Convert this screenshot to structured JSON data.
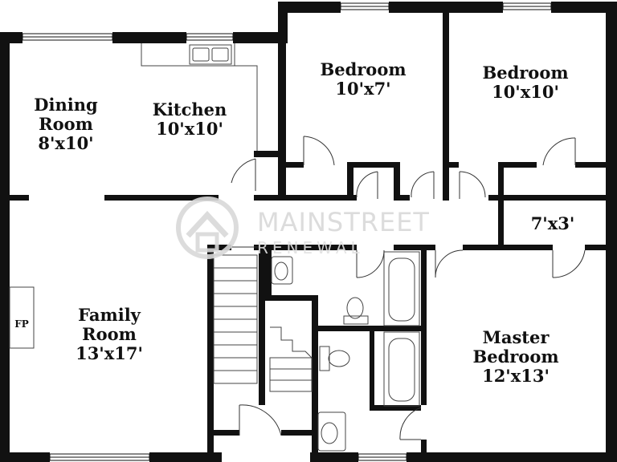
{
  "rooms": {
    "dining": {
      "name_line1": "Dining",
      "name_line2": "Room",
      "size": "8'x10'"
    },
    "kitchen": {
      "name": "Kitchen",
      "size": "10'x10'"
    },
    "bedroom_left": {
      "name": "Bedroom",
      "size": "10'x7'"
    },
    "bedroom_right": {
      "name": "Bedroom",
      "size": "10'x10'"
    },
    "closet": {
      "size": "7'x3'"
    },
    "family": {
      "name_line1": "Family",
      "name_line2": "Room",
      "size": "13'x17'"
    },
    "master": {
      "name_line1": "Master",
      "name_line2": "Bedroom",
      "size": "12'x13'"
    }
  },
  "fireplace": {
    "label": "FP"
  },
  "watermark": {
    "brand_main": "MAINSTREET",
    "brand_sub": "RENEWAL"
  },
  "colors": {
    "wall": "#111111",
    "fixture": "#444444",
    "watermark": "#d9d9d9"
  }
}
